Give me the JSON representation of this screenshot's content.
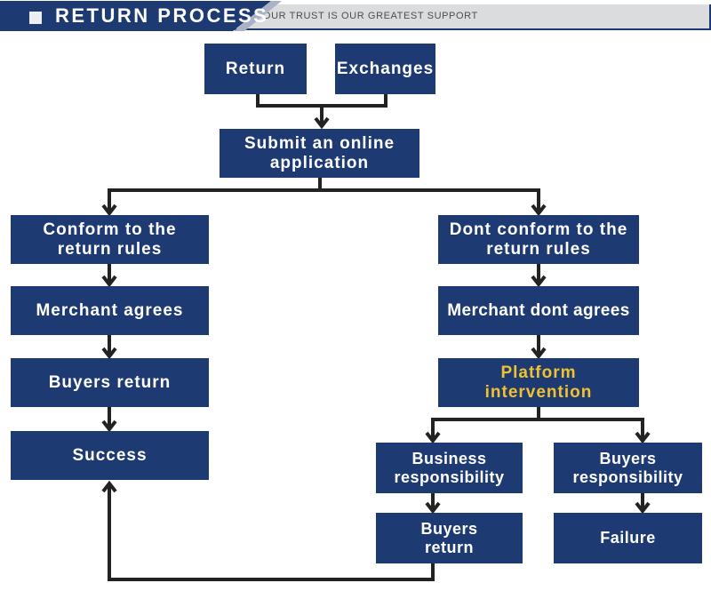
{
  "header": {
    "title": "RETURN PROCESS",
    "tagline": "YOUR TRUST IS OUR GREATEST SUPPORT"
  },
  "colors": {
    "navy": "#1e3a72",
    "gold": "#f0c230",
    "line": "#222222",
    "bar_gray": "#dbdcde",
    "tagline_gray": "#4c4c52"
  },
  "nodes": {
    "return": "Return",
    "exchanges": "Exchanges",
    "submit": "Submit an online\napplication",
    "conform": "Conform to the\nreturn rules",
    "dont_conform": "Dont conform to the\nreturn rules",
    "merchant_agrees": "Merchant agrees",
    "merchant_dont_agrees": "Merchant dont agrees",
    "buyers_return": "Buyers return",
    "platform_intervention": "Platform\nintervention",
    "success": "Success",
    "business_responsibility": "Business\nresponsibility",
    "buyers_responsibility": "Buyers\nresponsibility",
    "buyers_return_2": "Buyers\nreturn",
    "failure": "Failure"
  },
  "edges": [
    [
      "return",
      "submit"
    ],
    [
      "exchanges",
      "submit"
    ],
    [
      "submit",
      "conform"
    ],
    [
      "submit",
      "dont_conform"
    ],
    [
      "conform",
      "merchant_agrees"
    ],
    [
      "merchant_agrees",
      "buyers_return"
    ],
    [
      "buyers_return",
      "success"
    ],
    [
      "dont_conform",
      "merchant_dont_agrees"
    ],
    [
      "merchant_dont_agrees",
      "platform_intervention"
    ],
    [
      "platform_intervention",
      "business_responsibility"
    ],
    [
      "platform_intervention",
      "buyers_responsibility"
    ],
    [
      "business_responsibility",
      "buyers_return_2"
    ],
    [
      "buyers_responsibility",
      "failure"
    ],
    [
      "buyers_return_2",
      "success"
    ]
  ]
}
